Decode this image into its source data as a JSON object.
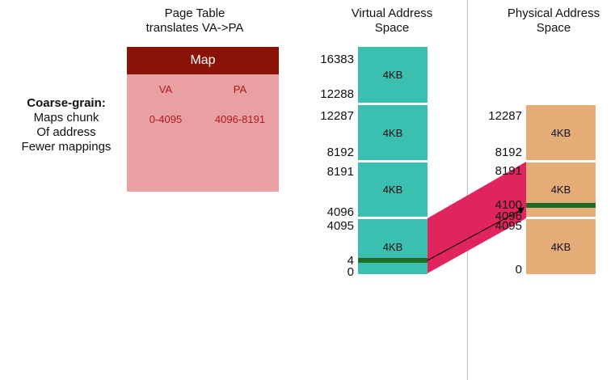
{
  "page_table": {
    "title_line1": "Page Table",
    "title_line2": "translates VA->PA",
    "header": "Map",
    "col_va": "VA",
    "col_pa": "PA",
    "row_va": "0-4095",
    "row_pa": "4096-8191"
  },
  "note": {
    "line1": "Coarse-grain:",
    "line2": "Maps chunk",
    "line3": "Of address",
    "line4": "Fewer mappings"
  },
  "virtual": {
    "title_line1": "Virtual Address",
    "title_line2": "Space",
    "blocks": [
      "4KB",
      "4KB",
      "4KB",
      "4KB"
    ],
    "labels": [
      "16383",
      "12288",
      "12287",
      "8192",
      "8191",
      "4096",
      "4095",
      "4",
      "0"
    ]
  },
  "physical": {
    "title_line1": "Physical Address",
    "title_line2": "Space",
    "blocks": [
      "4KB",
      "4KB",
      "4KB"
    ],
    "labels": [
      "12287",
      "8192",
      "8191",
      "4100",
      "4096",
      "4095",
      "0"
    ]
  },
  "colors": {
    "map_header": "#8b1207",
    "table_bg": "#e8a0a2",
    "table_text": "#b0181c",
    "virtual_block": "#3bbfb0",
    "physical_block": "#e4ad78",
    "mapping_band": "#e0245e",
    "address_marker": "#1e6b2a"
  }
}
